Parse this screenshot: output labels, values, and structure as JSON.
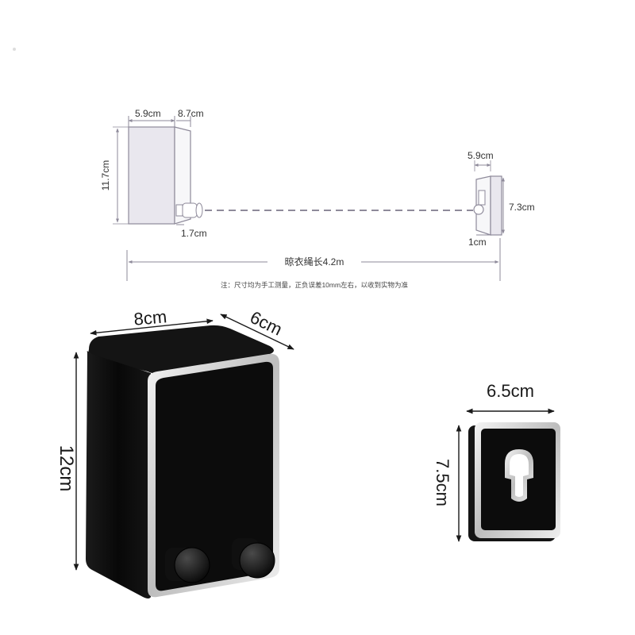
{
  "schematic": {
    "box_width": "5.9cm",
    "box_depth": "8.7cm",
    "box_height": "11.7cm",
    "knob_offset": "1.7cm",
    "hook_width": "5.9cm",
    "hook_height": "7.3cm",
    "hook_depth": "1cm",
    "rope_length": "晾衣绳长4.2m",
    "note": "注：尺寸均为手工测量，正负误差10mm左右，以收到实物为准"
  },
  "product": {
    "width": "8cm",
    "depth": "6cm",
    "height": "12cm"
  },
  "hook_plate": {
    "width": "6.5cm",
    "height": "7.5cm"
  },
  "colors": {
    "line": "#8e8a9a",
    "box_fill": "#e9e7ee",
    "product_body": "#0c0c0c",
    "chrome": "#d9d9d9",
    "text": "#1a1a1a"
  }
}
